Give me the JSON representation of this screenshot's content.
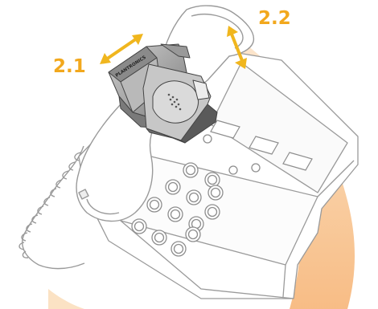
{
  "steps": [
    {
      "label": "2.1"
    },
    {
      "label": "2.2"
    }
  ],
  "device_brand": "PLANTRONICS",
  "colors": {
    "label": "#f2a81d",
    "arrow": "#f0b61e",
    "accent_band": "#f9cda0",
    "outline": "#9a9a9a",
    "device_dark": "#6d6d6d",
    "device_mid": "#a9a9a9",
    "device_light": "#d4d4d4"
  }
}
